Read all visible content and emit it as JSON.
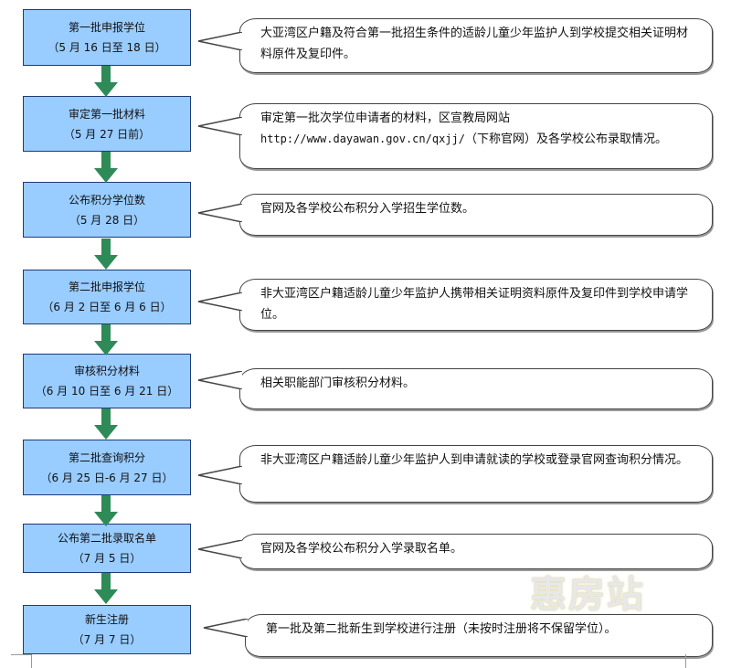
{
  "steps": [
    {
      "title": "第一批申报学位",
      "date": "（5 月 16 日至 18 日）",
      "desc": "大亚湾区户籍及符合第一批招生条件的适龄儿童少年监护人到学校提交相关证明材料原件及复印件。"
    },
    {
      "title": "审定第一批材料",
      "date": "（5 月 27 日前）",
      "desc": "审定第一批次学位申请者的材料，区宣教局网站",
      "url": "http://www.dayawan.gov.cn/qxjj/",
      "desc2": "（下称官网）及各学校公布录取情况。"
    },
    {
      "title": "公布积分学位数",
      "date": "（5 月 28 日）",
      "desc": "官网及各学校公布积分入学招生学位数。"
    },
    {
      "title": "第二批申报学位",
      "date": "（6 月 2 日至 6 月 6 日）",
      "desc": "非大亚湾区户籍适龄儿童少年监护人携带相关证明资料原件及复印件到学校申请学位。"
    },
    {
      "title": "审核积分材料",
      "date": "（6 月 10 日至 6 月 21 日）",
      "desc": "相关职能部门审核积分材料。"
    },
    {
      "title": "第二批查询积分",
      "date": "（6 月 25 日-6 月 27 日）",
      "desc": "非大亚湾区户籍适龄儿童少年监护人到申请就读的学校或登录官网查询积分情况。"
    },
    {
      "title": "公布第二批录取名单",
      "date": "（7 月 5 日）",
      "desc": "官网及各学校公布积分入学录取名单。"
    },
    {
      "title": "新生注册",
      "date": "（7 月 7 日）",
      "desc": "第一批及第二批新生到学校进行注册（未按时注册将不保留学位）。"
    }
  ],
  "watermark": "惠房站",
  "colors": {
    "box": "#99ccff",
    "arrow": "#2e8b57",
    "border": "#1f3a73"
  }
}
